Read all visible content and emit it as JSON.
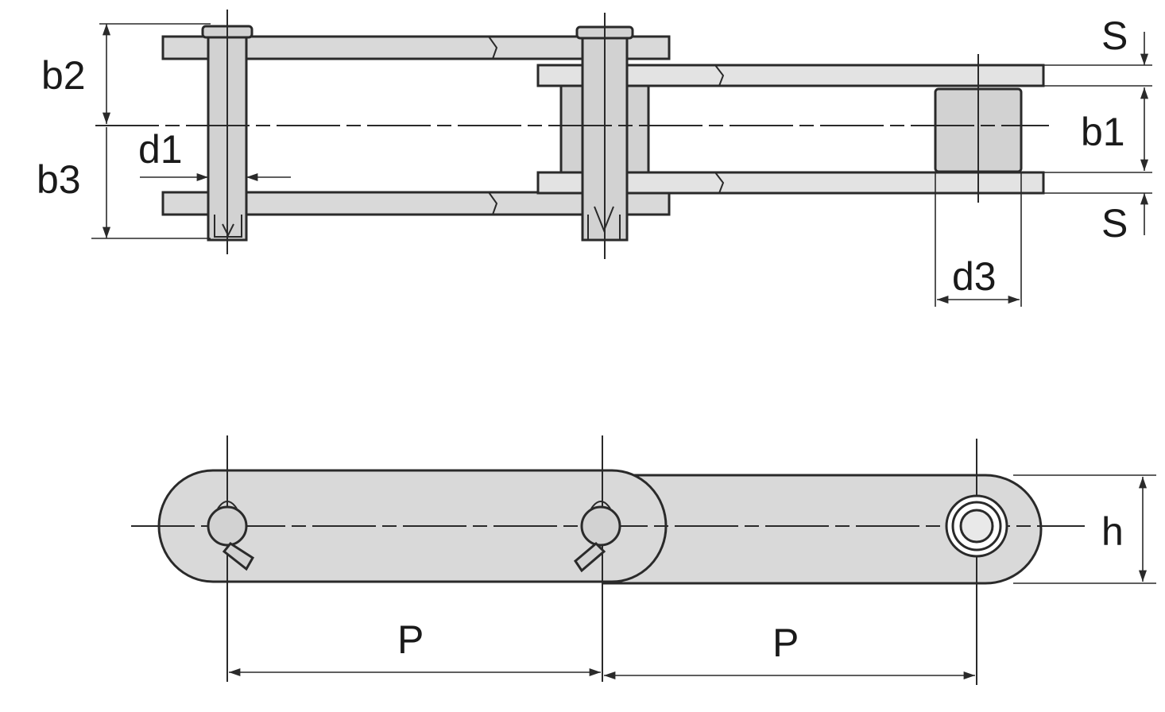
{
  "labels": {
    "b2": "b2",
    "b3": "b3",
    "d1": "d1",
    "b1": "b1",
    "s_top": "S",
    "s_bottom": "S",
    "d3": "d3",
    "h": "h",
    "p_left": "P",
    "p_right": "P"
  },
  "colors": {
    "plate_fill": "#d9d9d9",
    "line": "#2a2a2a",
    "background": "#ffffff"
  }
}
